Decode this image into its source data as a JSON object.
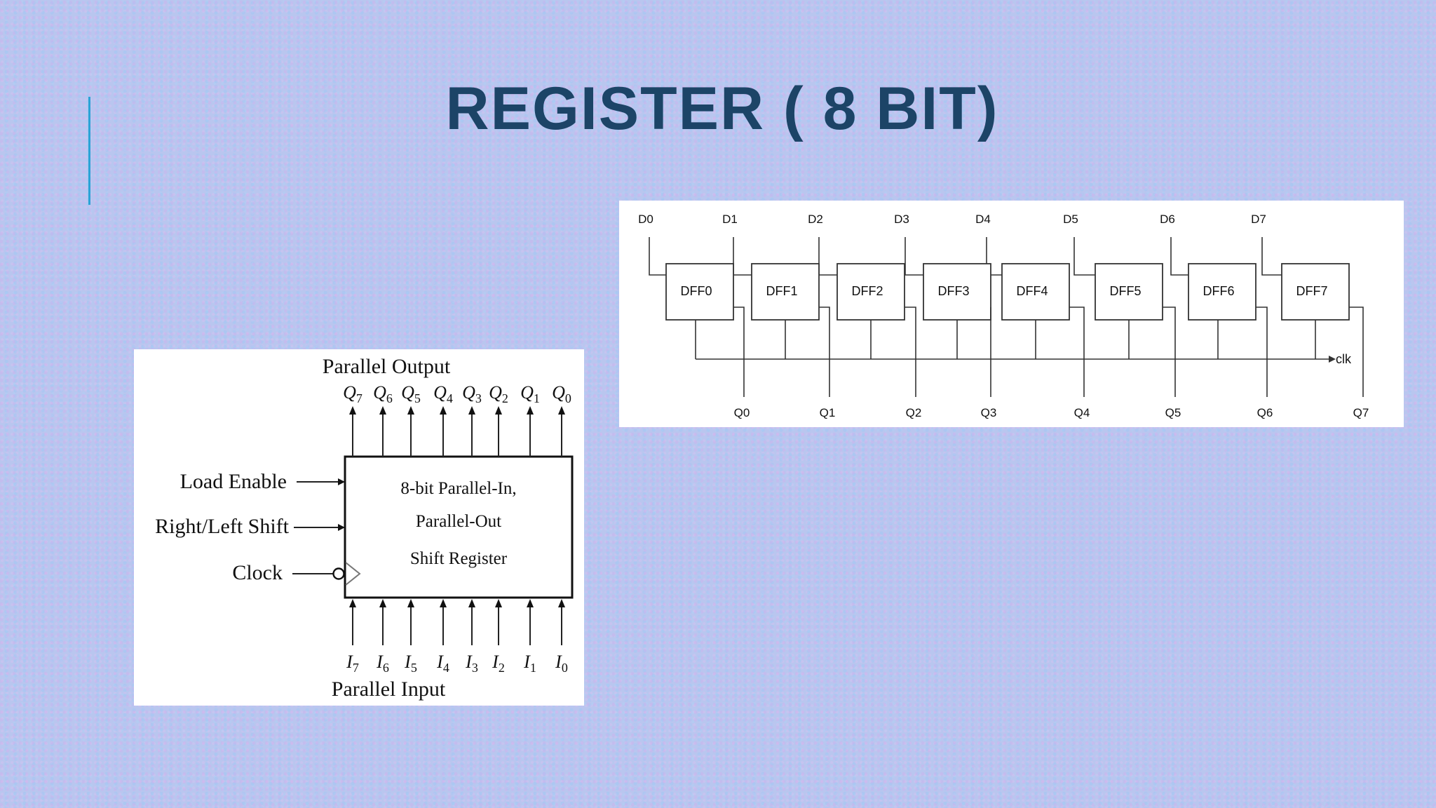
{
  "slide": {
    "title": "REGISTER ( 8 BIT)"
  },
  "block_diagram": {
    "top_label": "Parallel Output",
    "bottom_label": "Parallel Input",
    "box_lines": [
      "8-bit Parallel-In,",
      "Parallel-Out",
      "Shift Register"
    ],
    "inputs": [
      "Load Enable",
      "Right/Left Shift",
      "Clock"
    ],
    "outputs": [
      {
        "sym": "Q",
        "sub": "7"
      },
      {
        "sym": "Q",
        "sub": "6"
      },
      {
        "sym": "Q",
        "sub": "5"
      },
      {
        "sym": "Q",
        "sub": "4"
      },
      {
        "sym": "Q",
        "sub": "3"
      },
      {
        "sym": "Q",
        "sub": "2"
      },
      {
        "sym": "Q",
        "sub": "1"
      },
      {
        "sym": "Q",
        "sub": "0"
      }
    ],
    "parallel_inputs": [
      {
        "sym": "I",
        "sub": "7"
      },
      {
        "sym": "I",
        "sub": "6"
      },
      {
        "sym": "I",
        "sub": "5"
      },
      {
        "sym": "I",
        "sub": "4"
      },
      {
        "sym": "I",
        "sub": "3"
      },
      {
        "sym": "I",
        "sub": "2"
      },
      {
        "sym": "I",
        "sub": "1"
      },
      {
        "sym": "I",
        "sub": "0"
      }
    ]
  },
  "dff_diagram": {
    "d_labels": [
      "D0",
      "D1",
      "D2",
      "D3",
      "D4",
      "D5",
      "D6",
      "D7"
    ],
    "dff_labels": [
      "DFF0",
      "DFF1",
      "DFF2",
      "DFF3",
      "DFF4",
      "DFF5",
      "DFF6",
      "DFF7"
    ],
    "q_labels": [
      "Q0",
      "Q1",
      "Q2",
      "Q3",
      "Q4",
      "Q5",
      "Q6",
      "Q7"
    ],
    "clock_label": "clk"
  },
  "colors": {
    "title": "#1c4467",
    "accent": "#2aa3d6"
  }
}
